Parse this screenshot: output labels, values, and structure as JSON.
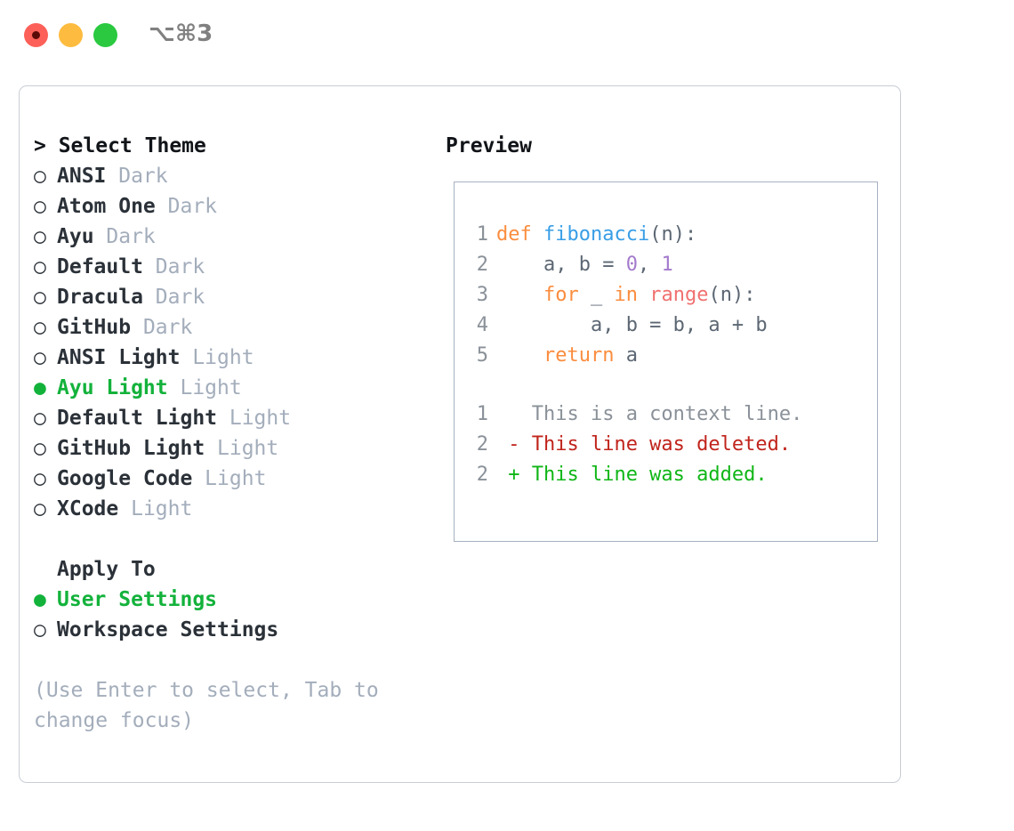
{
  "window": {
    "title": "⌥⌘3",
    "traffic_lights": [
      {
        "name": "close-button",
        "color": "#fc6058"
      },
      {
        "name": "minimize-button",
        "color": "#fdbc40"
      },
      {
        "name": "maximize-button",
        "color": "#2ac940"
      }
    ]
  },
  "theme_picker": {
    "title": "> Select Theme",
    "items": [
      {
        "marker": "○",
        "name": "ANSI",
        "tag": "Dark",
        "selected": false
      },
      {
        "marker": "○",
        "name": "Atom One",
        "tag": "Dark",
        "selected": false
      },
      {
        "marker": "○",
        "name": "Ayu",
        "tag": "Dark",
        "selected": false
      },
      {
        "marker": "○",
        "name": "Default",
        "tag": "Dark",
        "selected": false
      },
      {
        "marker": "○",
        "name": "Dracula",
        "tag": "Dark",
        "selected": false
      },
      {
        "marker": "○",
        "name": "GitHub",
        "tag": "Dark",
        "selected": false
      },
      {
        "marker": "○",
        "name": "ANSI Light",
        "tag": "Light",
        "selected": false
      },
      {
        "marker": "●",
        "name": "Ayu Light",
        "tag": "Light",
        "selected": true
      },
      {
        "marker": "○",
        "name": "Default Light",
        "tag": "Light",
        "selected": false
      },
      {
        "marker": "○",
        "name": "GitHub Light",
        "tag": "Light",
        "selected": false
      },
      {
        "marker": "○",
        "name": "Google Code",
        "tag": "Light",
        "selected": false
      },
      {
        "marker": "○",
        "name": "XCode",
        "tag": "Light",
        "selected": false
      }
    ]
  },
  "apply_to": {
    "title": "Apply To",
    "items": [
      {
        "marker": "●",
        "label": "User Settings",
        "selected": true
      },
      {
        "marker": "○",
        "label": "Workspace Settings",
        "selected": false
      }
    ]
  },
  "hint": "(Use Enter to select, Tab to change focus)",
  "preview": {
    "title": "Preview",
    "code_lines": [
      {
        "num": "1",
        "tokens": [
          {
            "text": "def ",
            "cls": "tok-kw"
          },
          {
            "text": "fibonacci",
            "cls": "tok-fn"
          },
          {
            "text": "(n):",
            "cls": "tok-txt"
          }
        ]
      },
      {
        "num": "2",
        "tokens": [
          {
            "text": "    a, b = ",
            "cls": "tok-txt"
          },
          {
            "text": "0",
            "cls": "tok-num"
          },
          {
            "text": ", ",
            "cls": "tok-txt"
          },
          {
            "text": "1",
            "cls": "tok-num"
          }
        ]
      },
      {
        "num": "3",
        "tokens": [
          {
            "text": "    ",
            "cls": "tok-txt"
          },
          {
            "text": "for",
            "cls": "tok-kw"
          },
          {
            "text": " _ ",
            "cls": "tok-txt"
          },
          {
            "text": "in ",
            "cls": "tok-kw"
          },
          {
            "text": "range",
            "cls": "tok-bi"
          },
          {
            "text": "(n):",
            "cls": "tok-txt"
          }
        ]
      },
      {
        "num": "4",
        "tokens": [
          {
            "text": "        a, b = b, a + b",
            "cls": "tok-txt"
          }
        ]
      },
      {
        "num": "5",
        "tokens": [
          {
            "text": "    ",
            "cls": "tok-txt"
          },
          {
            "text": "return",
            "cls": "tok-kw"
          },
          {
            "text": " a",
            "cls": "tok-txt"
          }
        ]
      }
    ],
    "diff_lines": [
      {
        "num": "1",
        "tokens": [
          {
            "text": "   This is a context line.",
            "cls": "tok-ctx"
          }
        ]
      },
      {
        "num": "2",
        "tokens": [
          {
            "text": " - This line was deleted.",
            "cls": "tok-del"
          }
        ]
      },
      {
        "num": "2",
        "tokens": [
          {
            "text": " + This line was added.",
            "cls": "tok-add"
          }
        ]
      }
    ]
  },
  "colors": {
    "accent_green": "#13b23b",
    "muted": "#a3adbb",
    "panel_border": "#c8cdd4",
    "code_border": "#a7b1c2",
    "keyword": "#fa8d3e",
    "function": "#399ee6",
    "number": "#a37acc",
    "builtin": "#f07171",
    "code_text": "#5c6773",
    "line_number": "#8a9199",
    "diff_delete": "#c0241c",
    "diff_add": "#10b617"
  }
}
